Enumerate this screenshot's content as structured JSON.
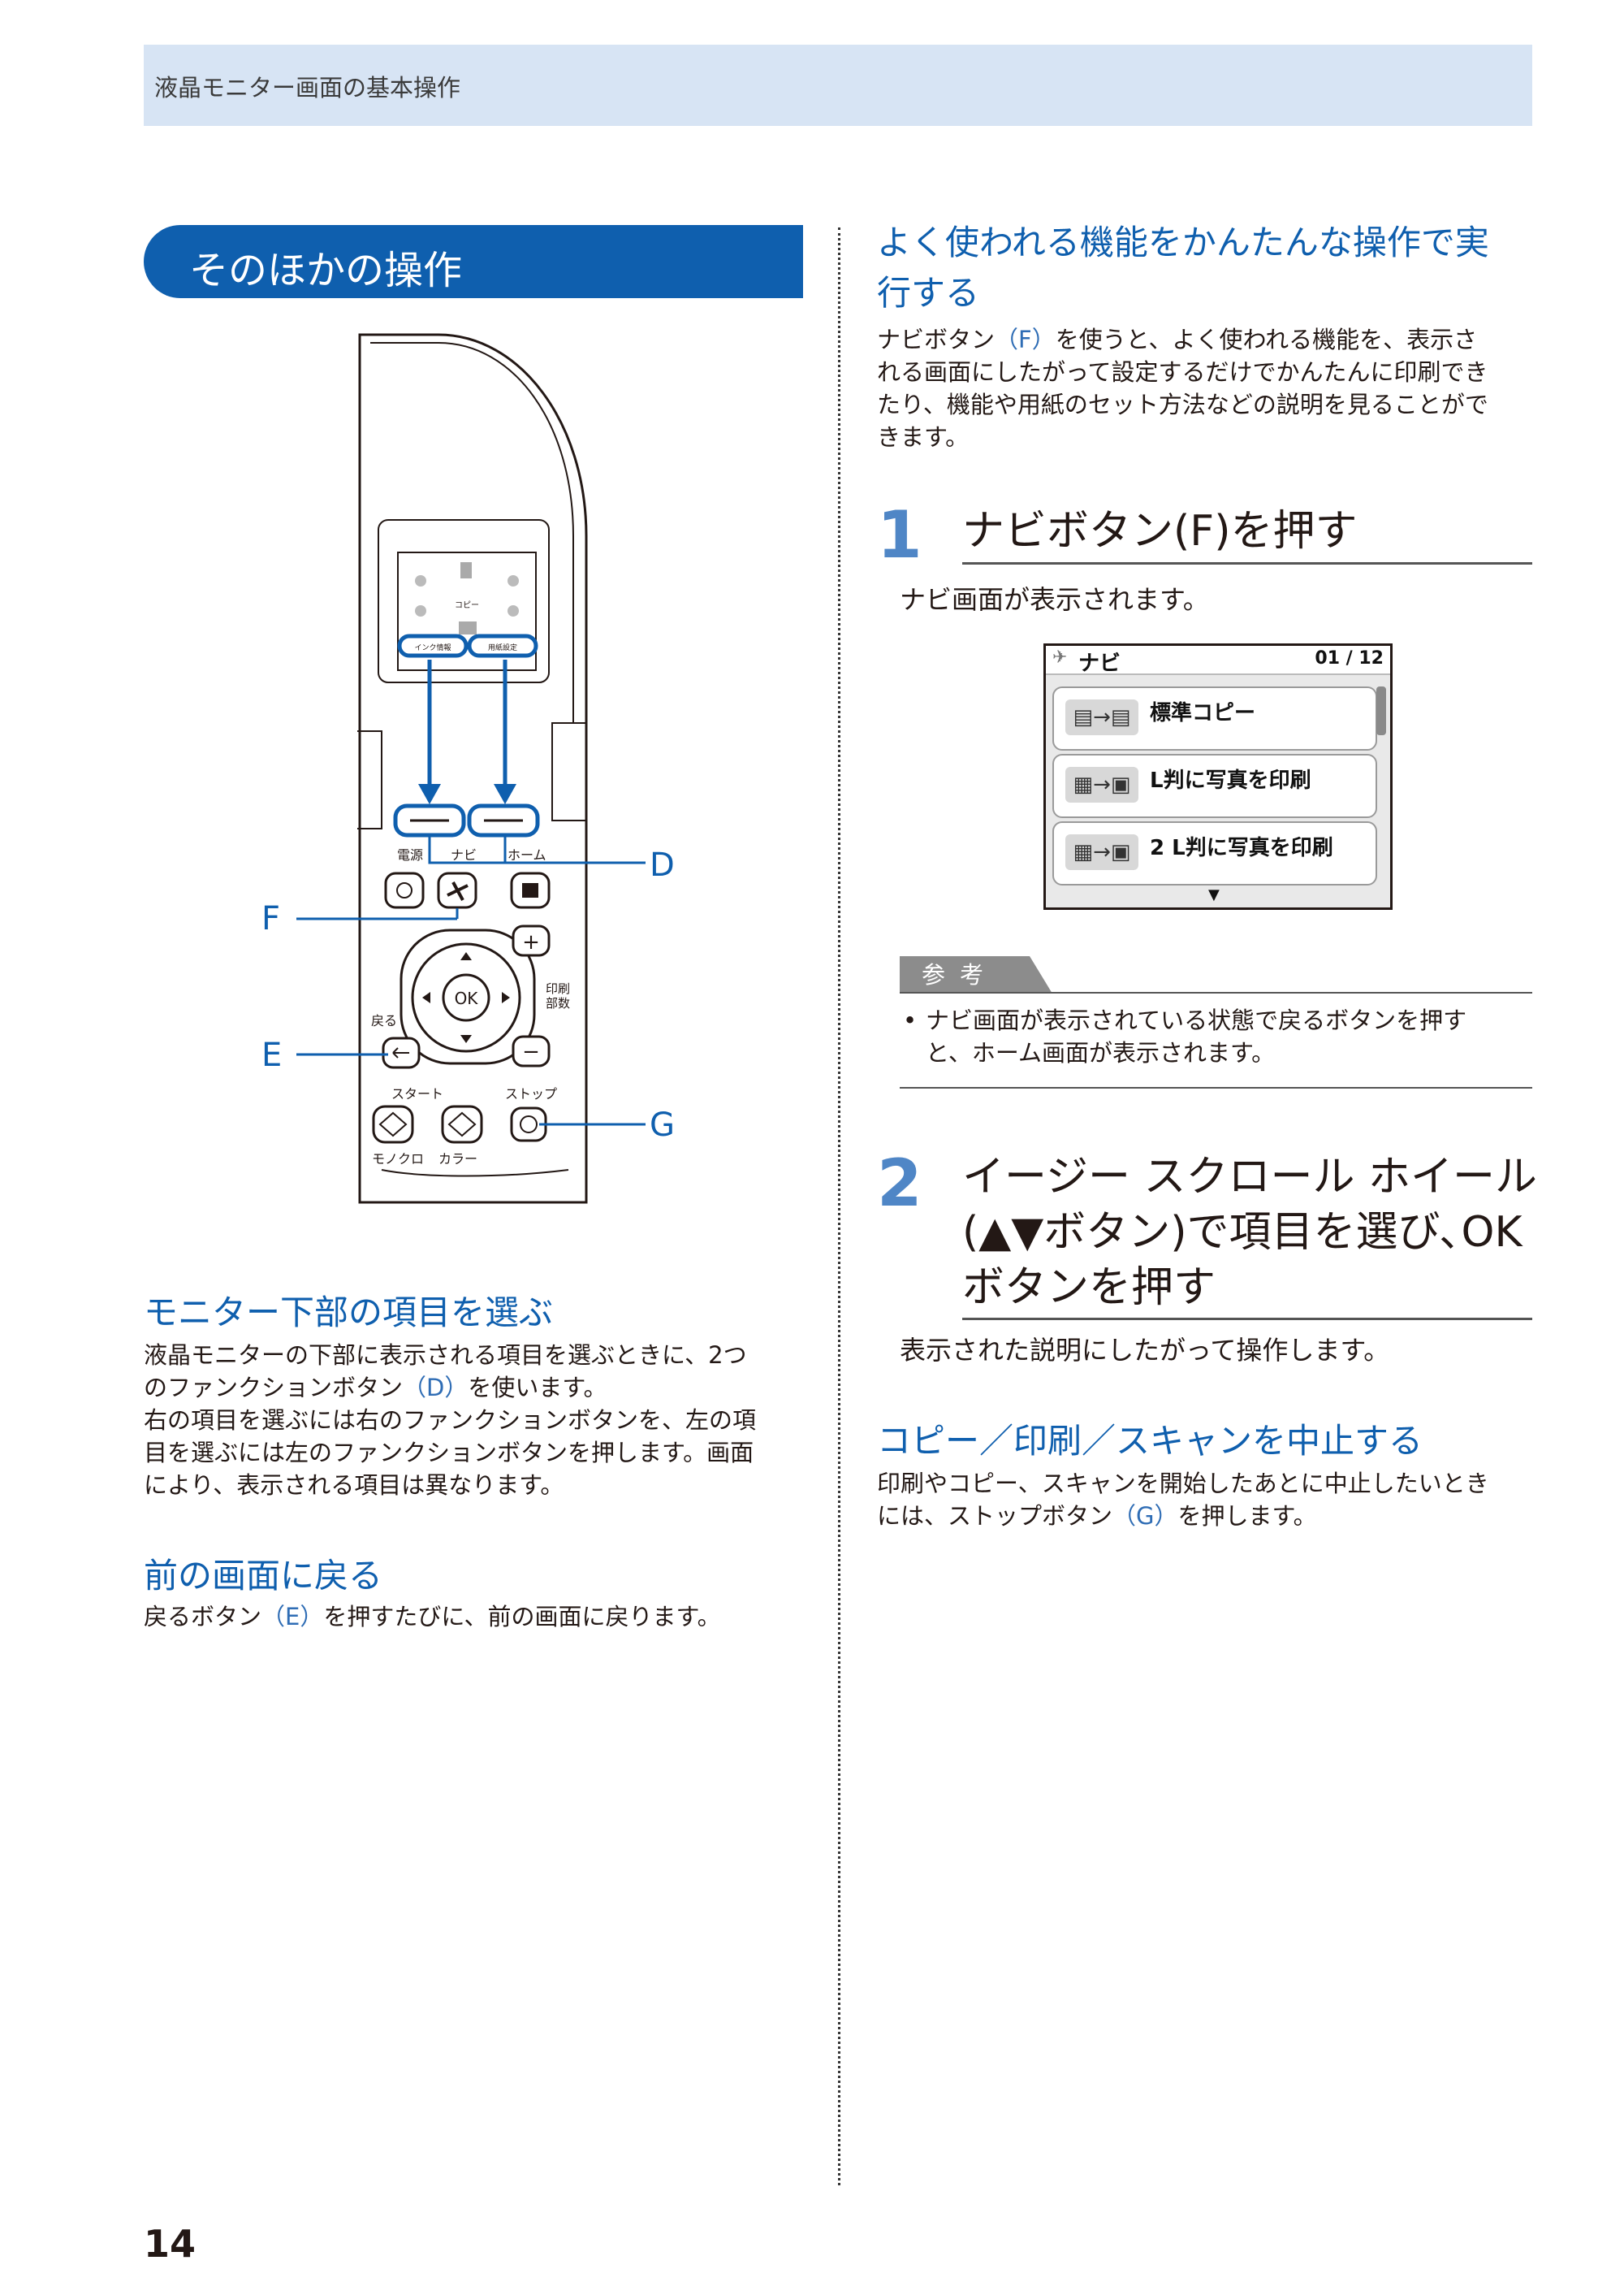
{
  "header": {
    "title": "液晶モニター画面の基本操作"
  },
  "section": {
    "title": "そのほかの操作"
  },
  "left": {
    "diagram": {
      "lcd_left_label": "インク情報",
      "lcd_right_label": "用紙設定",
      "lcd_center_label": "コピー",
      "power_label": "電源",
      "navi_label": "ナビ",
      "home_label": "ホーム",
      "back_label": "戻る",
      "copies_label_1": "印刷",
      "copies_label_2": "部数",
      "ok_label": "OK",
      "start_label": "スタート",
      "stop_label": "ストップ",
      "mono_label": "モノクロ",
      "color_label": "カラー",
      "plus": "+",
      "minus": "−",
      "callouts": {
        "D": "D",
        "F": "F",
        "E": "E",
        "G": "G"
      }
    },
    "s1": {
      "title": "モニター下部の項目を選ぶ",
      "l1a": "液晶モニターの下部に表示される項目を選ぶときに、2つ",
      "l2a": "のファンクションボタン",
      "l2ref": "（D）",
      "l2b": "を使います。",
      "l3": "右の項目を選ぶには右のファンクションボタンを、左の項",
      "l4": "目を選ぶには左のファンクションボタンを押します。画面",
      "l5": "により、表示される項目は異なります。"
    },
    "s2": {
      "title": "前の画面に戻る",
      "l1a": "戻るボタン",
      "l1ref": "（E）",
      "l1b": "を押すたびに、前の画面に戻ります。"
    }
  },
  "right": {
    "s1": {
      "title_1": "よく使われる機能をかんたんな操作で実",
      "title_2": "行する",
      "l1a": "ナビボタン",
      "l1ref": "（F）",
      "l1b": "を使うと、よく使われる機能を、表示さ",
      "l2": "れる画面にしたがって設定するだけでかんたんに印刷でき",
      "l3": "たり、機能や用紙のセット方法などの説明を見ることがで",
      "l4": "きます。"
    },
    "step1": {
      "num": "1",
      "heading": "ナビボタン(F)を押す",
      "desc": "ナビ画面が表示されます。"
    },
    "lcd": {
      "title": "ナビ",
      "page": "01 / 12",
      "items": [
        "標準コピー",
        "L判に写真を印刷",
        "2 L判に写真を印刷"
      ],
      "more": "▼"
    },
    "note": {
      "tag": "参考",
      "bullet": "•",
      "l1": "ナビ画面が表示されている状態で戻るボタンを押す",
      "l2": "と、ホーム画面が表示されます。"
    },
    "step2": {
      "num": "2",
      "h1": "イージー スクロール ホイール",
      "h2": "(▲▼ボタン)で項目を選び､OK",
      "h3": "ボタンを押す",
      "desc": "表示された説明にしたがって操作します。"
    },
    "s3": {
      "title": "コピー／印刷／スキャンを中止する",
      "l1": "印刷やコピー、スキャンを開始したあとに中止したいとき",
      "l2a": "には、ストップボタン",
      "l2ref": "（G）",
      "l2b": "を押します。"
    }
  },
  "page_number": "14",
  "colors": {
    "accent": "#0f5fae",
    "header_bg": "#d7e4f4",
    "step_num": "#4f86c6"
  }
}
